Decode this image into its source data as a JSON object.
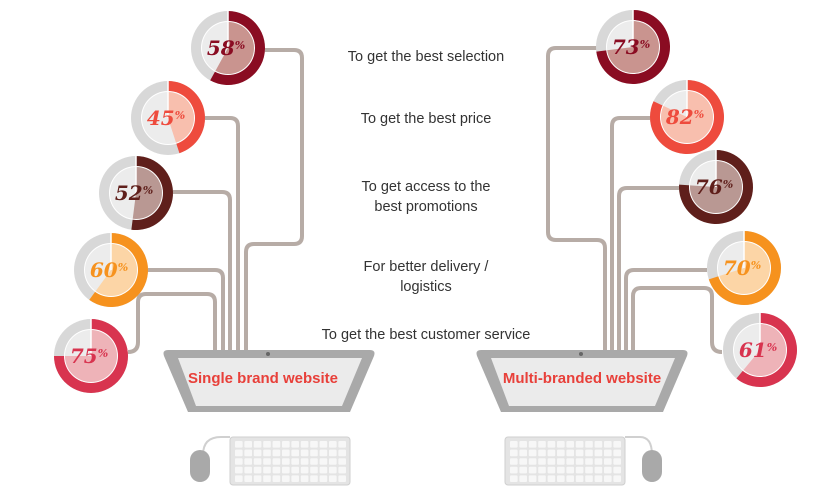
{
  "reasons": [
    {
      "label": "To get the best selection"
    },
    {
      "label": "To get the best price"
    },
    {
      "label": "To get access to the best promotions"
    },
    {
      "label": "For better delivery / logistics"
    },
    {
      "label": "To get the best customer service"
    }
  ],
  "single_brand": {
    "label": "Single brand website",
    "values": [
      58,
      45,
      52,
      60,
      75
    ]
  },
  "multi_branded": {
    "label": "Multi-branded website",
    "values": [
      73,
      82,
      76,
      70,
      61
    ]
  },
  "percent_sign": "%",
  "colors": {
    "ring": [
      "#8a0c22",
      "#ee4b3d",
      "#5f1f1b",
      "#f6921e",
      "#d8344f"
    ],
    "fill": [
      "#c9948f",
      "#f8bfae",
      "#b99893",
      "#fcd5a6",
      "#eeb3b8"
    ],
    "track": "#d8d8d8",
    "inner": "#ececec",
    "connector": "#b7aca6"
  }
}
